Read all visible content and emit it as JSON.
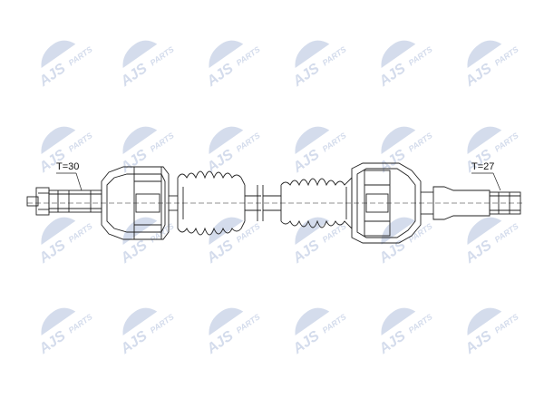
{
  "watermark": {
    "brand": "AJS",
    "suffix": "PARTS",
    "color": "#d4dcec"
  },
  "labels": {
    "left_teeth": "T=30",
    "right_teeth": "T=27"
  },
  "colors": {
    "line": "#222222",
    "background": "#ffffff"
  }
}
